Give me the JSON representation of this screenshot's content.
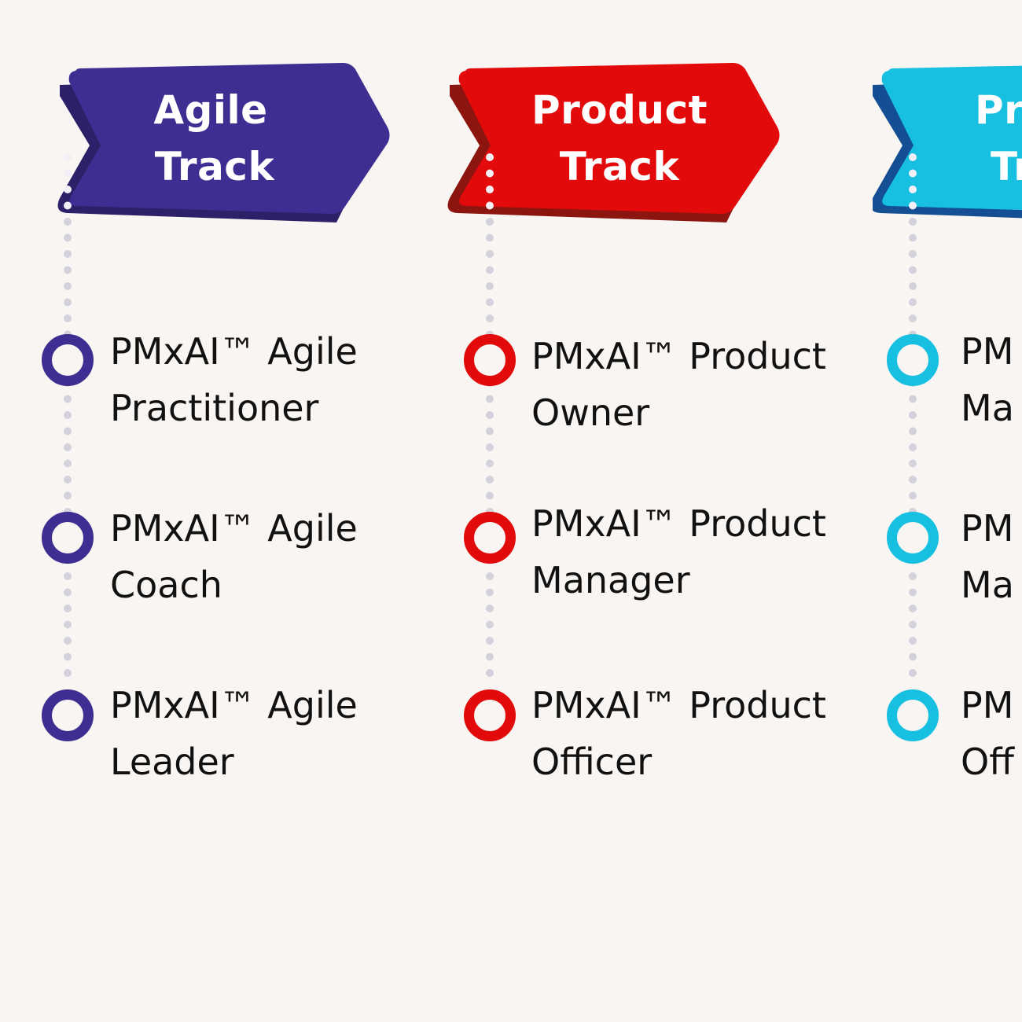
{
  "tracks": [
    {
      "title_line1": "Agile",
      "title_line2": "Track",
      "color": "#3e2e92",
      "shadow_color": "#2c2168",
      "items": [
        {
          "line1": "PMxAI™ Agile",
          "line2": "Practitioner"
        },
        {
          "line1": "PMxAI™ Agile",
          "line2": "Coach"
        },
        {
          "line1": "PMxAI™ Agile",
          "line2": "Leader"
        }
      ]
    },
    {
      "title_line1": "Product",
      "title_line2": "Track",
      "color": "#e20a0a",
      "shadow_color": "#8d1510",
      "items": [
        {
          "line1": "PMxAI™ Product",
          "line2": "Owner"
        },
        {
          "line1": "PMxAI™ Product",
          "line2": "Manager"
        },
        {
          "line1": "PMxAI™ Product",
          "line2": "Officer"
        }
      ]
    },
    {
      "title_line1": "Pro",
      "title_line2": "Tr",
      "color": "#17bfe0",
      "shadow_color": "#134f92",
      "items": [
        {
          "line1": "PM",
          "line2": "Ma"
        },
        {
          "line1": "PM",
          "line2": "Ma"
        },
        {
          "line1": "PM",
          "line2": "Off"
        }
      ]
    }
  ],
  "connector_dot_color": "#d3d1db"
}
